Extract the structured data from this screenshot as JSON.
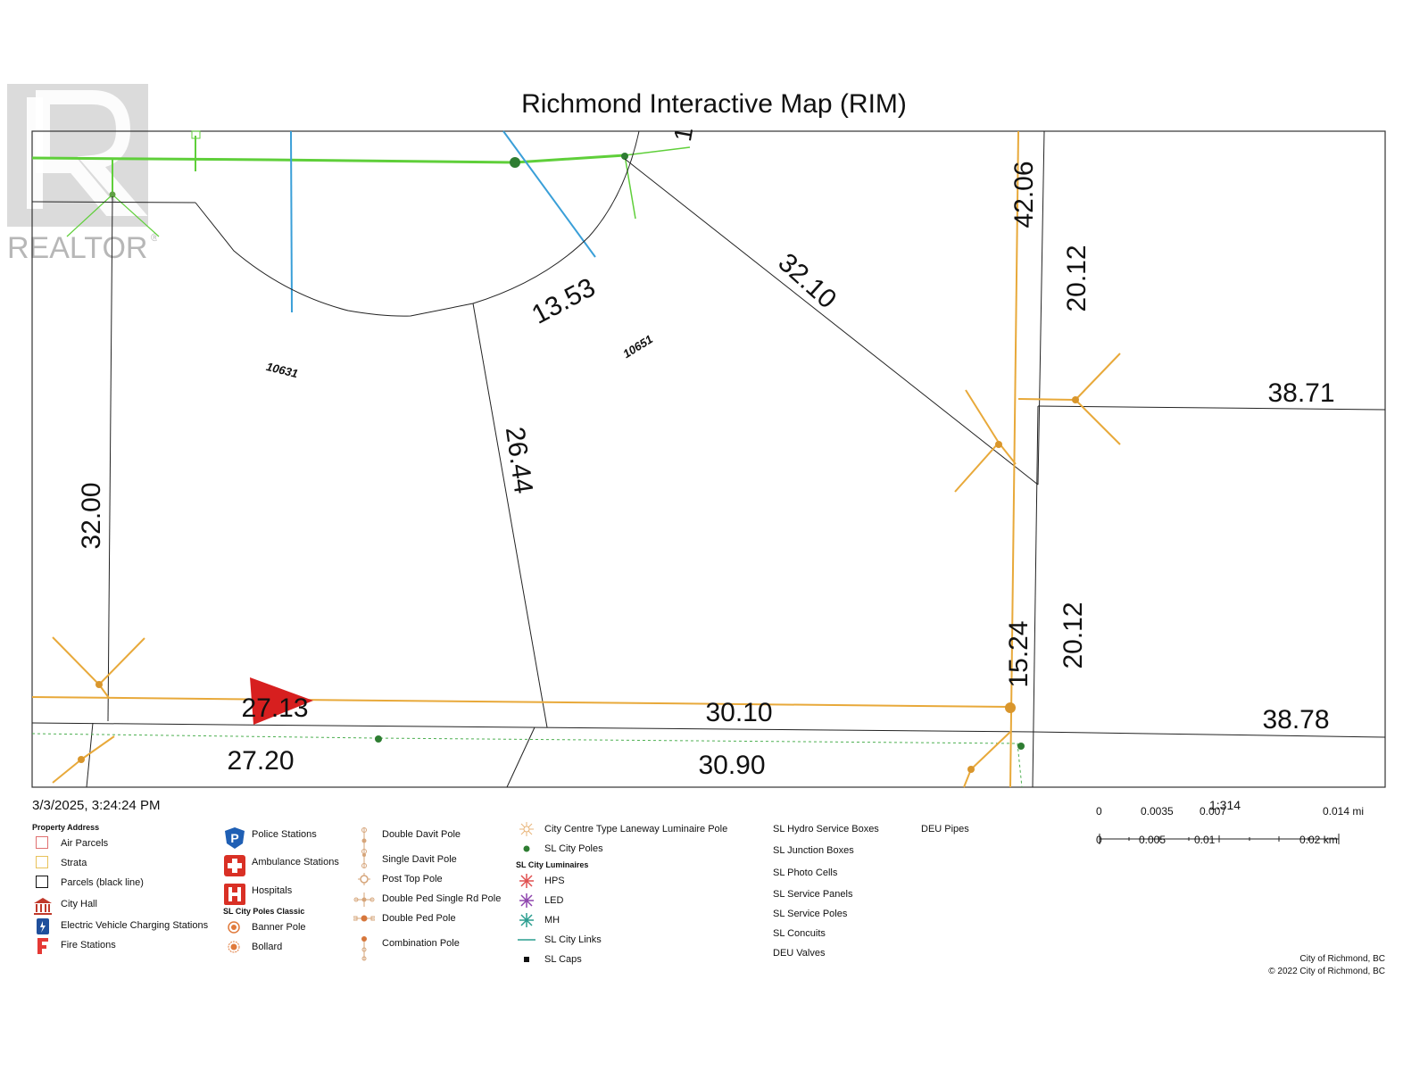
{
  "header": {
    "title": "Richmond Interactive Map (RIM)"
  },
  "watermark": {
    "text": "REALTOR",
    "registered_mark": "®"
  },
  "map": {
    "dimensions": {
      "west_lot_left": "32.00",
      "top_arc": "13.53",
      "diag_top_right": "32.10",
      "center_line": "26.44",
      "right_top_vertical": "42.06",
      "east_upper": "20.12",
      "east_lower": "20.12",
      "east_top_width": "38.71",
      "east_bottom_width": "38.78",
      "street_left": "27.13",
      "street_mid": "30.10",
      "south_left": "27.20",
      "south_mid": "30.90",
      "right_bottom_vertical": "15.24",
      "top_cut": "1"
    },
    "parcels": {
      "west": "10631",
      "east": "10651"
    }
  },
  "footer": {
    "timestamp": "3/3/2025, 3:24:24 PM",
    "legend": {
      "property_address_title": "Property Address",
      "air_parcels": "Air Parcels",
      "strata": "Strata",
      "parcels_black": "Parcels (black line)",
      "city_hall": "City Hall",
      "ev_charging": "Electric Vehicle Charging Stations",
      "fire_stations": "Fire Stations",
      "police_stations": "Police Stations",
      "ambulance_stations": "Ambulance Stations",
      "hospitals": "Hospitals",
      "sl_poles_classic_title": "SL City Poles Classic",
      "banner_pole": "Banner Pole",
      "bollard": "Bollard",
      "double_davit_pole": "Double Davit Pole",
      "single_davit_pole": "Single Davit Pole",
      "post_top_pole": "Post Top Pole",
      "double_ped_single_rd_pole": "Double Ped Single Rd Pole",
      "double_ped_pole": "Double Ped Pole",
      "combination_pole": "Combination Pole",
      "city_centre_laneway": "City Centre Type Laneway Luminaire Pole",
      "sl_city_poles": "SL City Poles",
      "sl_city_luminaires_title": "SL City Luminaires",
      "hps": "HPS",
      "led": "LED",
      "mh": "MH",
      "sl_city_links": "SL City Links",
      "sl_caps": "SL Caps",
      "sl_hydro_service_boxes": "SL Hydro Service Boxes",
      "sl_junction_boxes": "SL Junction Boxes",
      "sl_photo_cells": "SL Photo Cells",
      "sl_service_panels": "SL Service Panels",
      "sl_service_poles": "SL Service Poles",
      "sl_conduits": "SL Concuits",
      "deu_valves": "DEU Valves",
      "deu_pipes": "DEU Pipes"
    },
    "scale": {
      "ratio": "1:314",
      "mi_ticks": [
        "0",
        "0.0035",
        "0.007",
        "0.014 mi"
      ],
      "km_ticks": [
        "0",
        "0.005",
        "0.01",
        "0.02 km"
      ]
    },
    "credits": [
      "City of Richmond, BC",
      "© 2022 City of Richmond, BC"
    ]
  },
  "colors": {
    "street_line": "#e8a93a",
    "utility_green": "#5fcf3a",
    "utility_blue": "#3a9fd8",
    "parcel_line": "#222222",
    "marker_red": "#d71f1f",
    "pole_dot": "#d9962c",
    "junction_dot": "#2e7d32"
  }
}
